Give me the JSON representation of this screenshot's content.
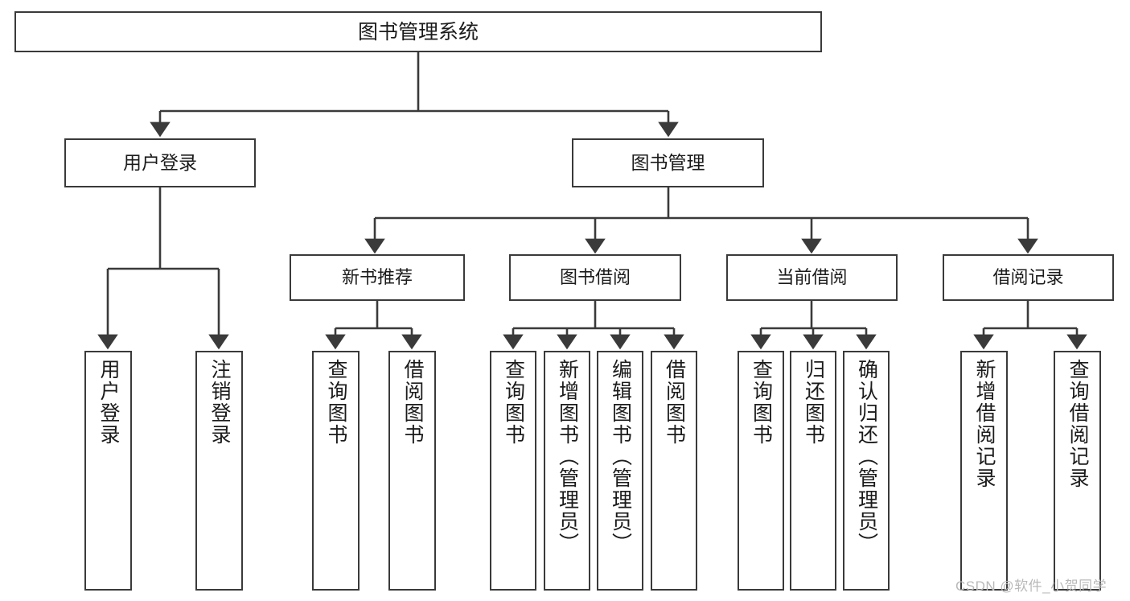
{
  "diagram": {
    "title": "图书管理系统",
    "type": "hierarchy-tree",
    "watermark": "CSDN @软件_小贺同学",
    "colors": {
      "box_border": "#3a3a3a",
      "text": "#1b1b1b",
      "connector": "#3a3a3a",
      "background": "#ffffff",
      "watermark": "#b9b9b9"
    }
  },
  "nodes": {
    "root": {
      "label": "图书管理系统"
    },
    "level1": [
      {
        "id": "user-login",
        "label": "用户登录"
      },
      {
        "id": "book-management",
        "label": "图书管理"
      }
    ],
    "level2": [
      {
        "id": "new-book-recommend",
        "label": "新书推荐"
      },
      {
        "id": "book-borrow",
        "label": "图书借阅"
      },
      {
        "id": "current-borrow",
        "label": "当前借阅"
      },
      {
        "id": "borrow-record",
        "label": "借阅记录"
      }
    ],
    "leaves": [
      {
        "id": "user-login-action",
        "label": "用户登录",
        "parent": "user-login"
      },
      {
        "id": "user-logout-action",
        "label": "注销登录",
        "parent": "user-login"
      },
      {
        "id": "query-book-1",
        "label": "查询图书",
        "parent": "new-book-recommend"
      },
      {
        "id": "borrow-book-1",
        "label": "借阅图书",
        "parent": "new-book-recommend"
      },
      {
        "id": "query-book-2",
        "label": "查询图书",
        "parent": "book-borrow"
      },
      {
        "id": "add-book-admin",
        "label": "新增图书（管理员）",
        "parent": "book-borrow"
      },
      {
        "id": "edit-book-admin",
        "label": "编辑图书（管理员）",
        "parent": "book-borrow"
      },
      {
        "id": "borrow-book-2",
        "label": "借阅图书",
        "parent": "book-borrow"
      },
      {
        "id": "query-book-3",
        "label": "查询图书",
        "parent": "current-borrow"
      },
      {
        "id": "return-book",
        "label": "归还图书",
        "parent": "current-borrow"
      },
      {
        "id": "confirm-return-admin",
        "label": "确认归还（管理员）",
        "parent": "current-borrow"
      },
      {
        "id": "add-borrow-record",
        "label": "新增借阅记录",
        "parent": "borrow-record"
      },
      {
        "id": "query-borrow-record",
        "label": "查询借阅记录",
        "parent": "borrow-record"
      }
    ]
  }
}
